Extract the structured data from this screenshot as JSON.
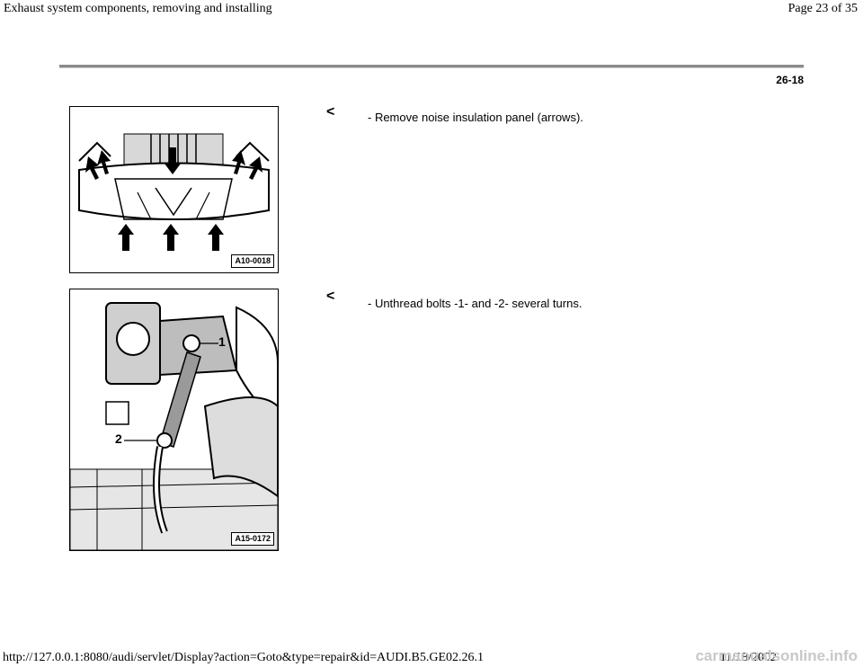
{
  "header": {
    "title": "Exhaust system components, removing and installing",
    "page": "Page 23 of 35"
  },
  "section_number": "26-18",
  "steps": [
    {
      "figure_label": "A10-0018",
      "arrow_glyph": "<",
      "text": "-  Remove noise insulation panel (arrows)."
    },
    {
      "figure_label": "A15-0172",
      "arrow_glyph": "<",
      "text": "-  Unthread bolts -1- and -2- several turns.",
      "callouts": [
        "1",
        "2"
      ]
    }
  ],
  "footer": {
    "url": "http://127.0.0.1:8080/audi/servlet/Display?action=Goto&type=repair&id=AUDI.B5.GE02.26.1",
    "date": "11/18/2002",
    "watermark": "carmanualsonline.info"
  }
}
